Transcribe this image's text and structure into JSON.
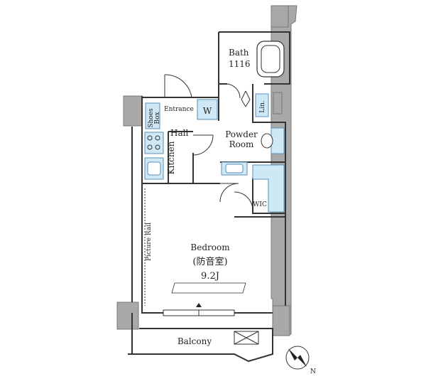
{
  "floor_plan": {
    "rooms": {
      "bath": {
        "name": "Bath",
        "size": "1116"
      },
      "entrance": "Entrance",
      "shoes_box_line1": "Shoes",
      "shoes_box_line2": "Box",
      "washer": "W",
      "linen": "Lin.",
      "hall": "Hall",
      "kitchen": "Kitchen",
      "powder_room_line1": "Powder",
      "powder_room_line2": "Room",
      "wic": "WIC",
      "bedroom": {
        "name": "Bedroom",
        "note": "(防音室)",
        "size": "9.2J"
      },
      "picture_rail": "Picture Rail",
      "balcony": "Balcony"
    },
    "compass": {
      "north_label": "N"
    },
    "colors": {
      "wall": "#9a9a9a",
      "line": "#333333",
      "fixture_blue": "#cfe8f5",
      "fixture_stroke": "#5a8fb8"
    }
  }
}
